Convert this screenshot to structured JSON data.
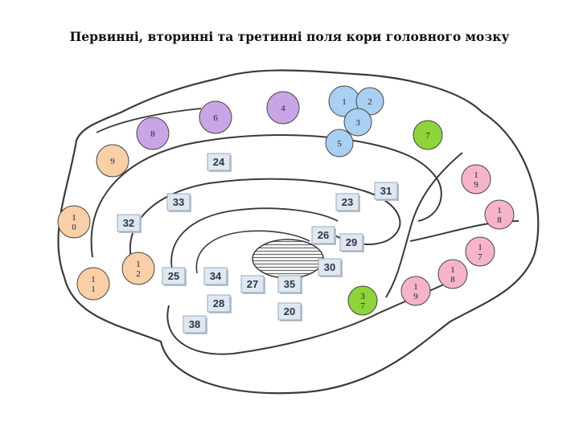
{
  "title": "Первинні, вторинні та третинні поля кори головного мозку",
  "colors": {
    "primary": "#a9cff3",
    "secondary": "#c9a5e6",
    "tertiary": "#f7b4c9",
    "frontal_tertiary": "#f8cfa6",
    "visual": "#8ed43a",
    "limbic_box": "#dde8f3",
    "outline": "#3a3a3a",
    "corpus_callosum_hatch": "#555555"
  },
  "circle_fields": [
    {
      "id": "field-1",
      "label": "1",
      "kind": "primary"
    },
    {
      "id": "field-2",
      "label": "2",
      "kind": "primary"
    },
    {
      "id": "field-3",
      "label": "3",
      "kind": "primary"
    },
    {
      "id": "field-5",
      "label": "5",
      "kind": "primary"
    },
    {
      "id": "field-4",
      "label": "4",
      "kind": "secondary"
    },
    {
      "id": "field-6",
      "label": "6",
      "kind": "secondary"
    },
    {
      "id": "field-8",
      "label": "8",
      "kind": "secondary"
    },
    {
      "id": "field-9",
      "label": "9",
      "kind": "frontal_tertiary"
    },
    {
      "id": "field-10",
      "label": "1\n0",
      "kind": "frontal_tertiary"
    },
    {
      "id": "field-11",
      "label": "1\n1",
      "kind": "frontal_tertiary"
    },
    {
      "id": "field-12",
      "label": "1\n2",
      "kind": "frontal_tertiary"
    },
    {
      "id": "field-7",
      "label": "7",
      "kind": "visual"
    },
    {
      "id": "field-37",
      "label": "3\n7",
      "kind": "visual"
    },
    {
      "id": "field-19-top",
      "label": "1\n9",
      "kind": "tertiary"
    },
    {
      "id": "field-18-top",
      "label": "1\n8",
      "kind": "tertiary"
    },
    {
      "id": "field-17",
      "label": "1\n7",
      "kind": "tertiary"
    },
    {
      "id": "field-18-low",
      "label": "1\n8",
      "kind": "tertiary"
    },
    {
      "id": "field-19-low",
      "label": "1\n9",
      "kind": "tertiary"
    }
  ],
  "box_fields": [
    {
      "id": "field-24",
      "label": "24"
    },
    {
      "id": "field-33",
      "label": "33"
    },
    {
      "id": "field-23",
      "label": "23"
    },
    {
      "id": "field-31",
      "label": "31"
    },
    {
      "id": "field-32",
      "label": "32"
    },
    {
      "id": "field-26",
      "label": "26"
    },
    {
      "id": "field-29",
      "label": "29"
    },
    {
      "id": "field-30",
      "label": "30"
    },
    {
      "id": "field-25",
      "label": "25"
    },
    {
      "id": "field-34",
      "label": "34"
    },
    {
      "id": "field-27",
      "label": "27"
    },
    {
      "id": "field-35",
      "label": "35"
    },
    {
      "id": "field-28",
      "label": "28"
    },
    {
      "id": "field-20",
      "label": "20"
    },
    {
      "id": "field-38",
      "label": "38"
    }
  ]
}
